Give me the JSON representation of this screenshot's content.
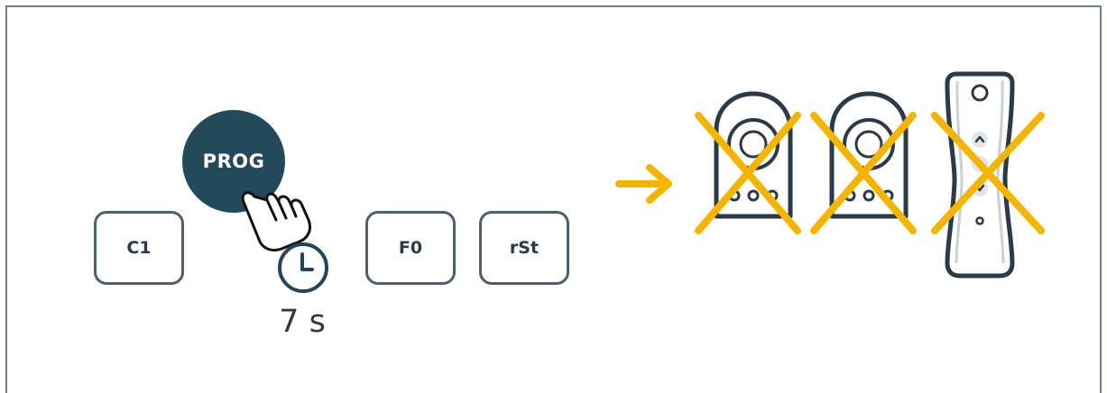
{
  "keys": {
    "c1": "C1",
    "prog": "PROG",
    "f0": "F0",
    "rst": "rSt"
  },
  "hold_duration": "7 s",
  "icons": [
    "hand-press-icon",
    "clock-icon",
    "arrow-right-icon",
    "remote-control-icon",
    "cross-icon"
  ],
  "colors": {
    "frame": "#6e8296",
    "key_border": "#4c6071",
    "prog_fill": "#224a5a",
    "accent": "#f5b400",
    "outline": "#2a3a48"
  }
}
